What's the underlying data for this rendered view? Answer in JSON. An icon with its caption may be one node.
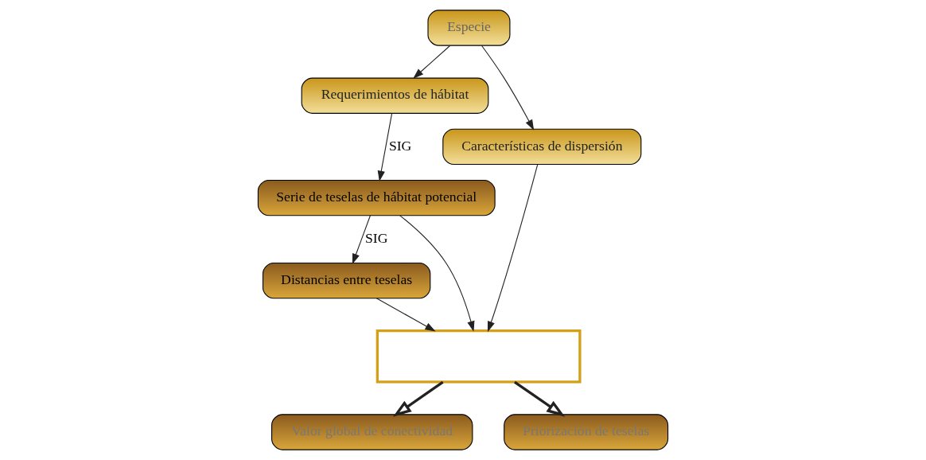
{
  "diagram": {
    "nodes": [
      {
        "text": [
          "Especie"
        ]
      },
      {
        "text": [
          "Requerimientos de hábitat"
        ]
      },
      {
        "text": [
          "Características de dispersión"
        ]
      },
      {
        "text": [
          "Serie de teselas de hábitat potencial"
        ]
      },
      {
        "text": [
          "Distancias entre teselas"
        ]
      },
      {
        "text": [],
        "shape": "box"
      },
      {
        "text": [
          "Valor global de conectividad"
        ]
      },
      {
        "text": [
          "Priorización de teselas"
        ]
      }
    ],
    "edges": [
      {
        "from": 0,
        "to": 1,
        "arrow": "to"
      },
      {
        "from": 0,
        "to": 2,
        "arrow": "to"
      },
      {
        "from": 1,
        "to": 3,
        "arrow": "to",
        "label": "SIG"
      },
      {
        "from": 3,
        "to": 4,
        "arrow": "to",
        "label": "SIG"
      },
      {
        "from": 2,
        "to": 5,
        "arrow": "to"
      },
      {
        "from": 3,
        "to": 5,
        "arrow": "to"
      },
      {
        "from": 4,
        "to": 5,
        "arrow": "to"
      },
      {
        "from": 5,
        "to": 6,
        "arrow": "to",
        "style": "thick"
      },
      {
        "from": 5,
        "to": 7,
        "arrow": "to",
        "style": "thick"
      }
    ]
  }
}
